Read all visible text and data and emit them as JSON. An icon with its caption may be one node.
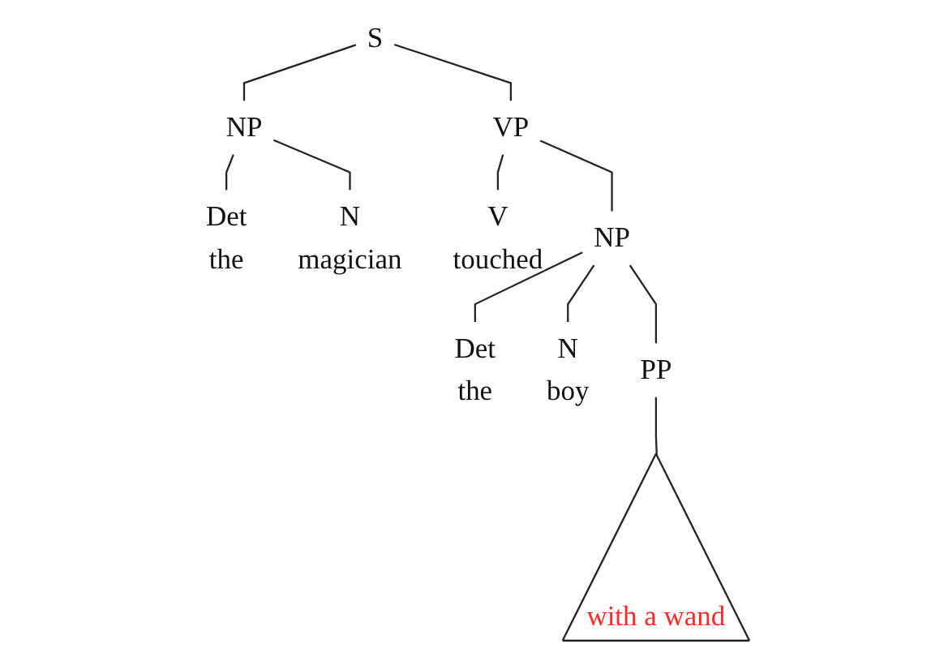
{
  "diagram": {
    "nodes": [
      {
        "text": [
          "S"
        ]
      },
      {
        "text": [
          "NP"
        ]
      },
      {
        "text": [
          "VP"
        ]
      },
      {
        "text": [
          "Det"
        ],
        "beside": [
          "the"
        ]
      },
      {
        "text": [
          "N"
        ],
        "beside": [
          "magician"
        ]
      },
      {
        "text": [
          "V"
        ],
        "beside": [
          "touched"
        ]
      },
      {
        "text": [
          "NP"
        ]
      },
      {
        "text": [
          "Det"
        ],
        "beside": [
          "the"
        ]
      },
      {
        "text": [
          "N"
        ],
        "beside": [
          "boy"
        ]
      },
      {
        "text": [
          "PP"
        ]
      },
      {
        "text": [
          "with a wand"
        ]
      }
    ],
    "edges": [
      {
        "from": 0,
        "to": 1,
        "arrow": "none"
      },
      {
        "from": 0,
        "to": 2,
        "arrow": "none"
      },
      {
        "from": 1,
        "to": 3,
        "arrow": "none"
      },
      {
        "from": 1,
        "to": 4,
        "arrow": "none"
      },
      {
        "from": 2,
        "to": 5,
        "arrow": "none"
      },
      {
        "from": 2,
        "to": 6,
        "arrow": "none"
      },
      {
        "from": 6,
        "to": 7,
        "arrow": "none"
      },
      {
        "from": 6,
        "to": 8,
        "arrow": "none"
      },
      {
        "from": 6,
        "to": 9,
        "arrow": "none"
      },
      {
        "from": 9,
        "to": 10,
        "arrow": "none"
      }
    ]
  }
}
